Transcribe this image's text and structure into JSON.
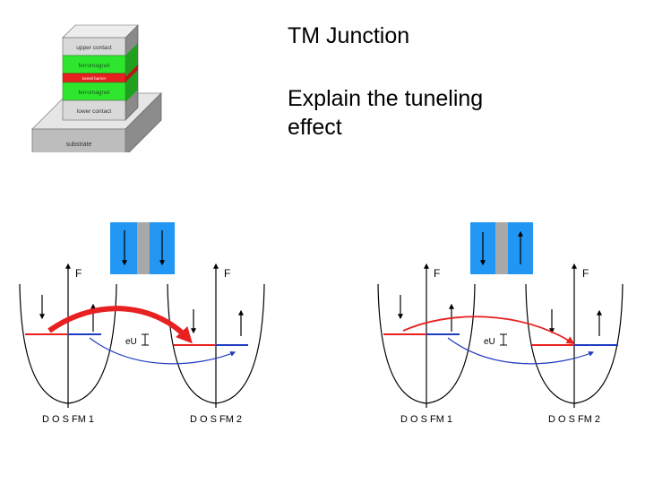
{
  "slide": {
    "title": "TM Junction",
    "body": "Explain the tuneling effect"
  },
  "stack": {
    "layers": [
      "upper contact",
      "ferromagnet",
      "tunnel barrier",
      "ferromagnet",
      "lower contact"
    ],
    "base_label": "substrate",
    "colors": {
      "ferromagnet": "#2ee62e",
      "barrier": "#e82020",
      "contact": "#d9d9d9",
      "substrate": "#b3b3b3"
    }
  },
  "panels": [
    {
      "id": "parallel",
      "fermi_left": "F",
      "fermi_right": "F",
      "bias_label": "eU",
      "dos_left": "D O S FM 1",
      "dos_right": "D O S FM 2",
      "magnetization": [
        "down",
        "down"
      ]
    },
    {
      "id": "antiparallel",
      "fermi_left": "F",
      "fermi_right": "F",
      "bias_label": "eU",
      "dos_left": "D O S FM 1",
      "dos_right": "D O S FM 2",
      "magnetization": [
        "down",
        "up"
      ]
    }
  ],
  "colors": {
    "ferromagnet_blue": "#2196f3",
    "barrier_gray": "#a8a8a8",
    "majority_red": "#e82020",
    "minority_blue": "#1f3cc0"
  }
}
